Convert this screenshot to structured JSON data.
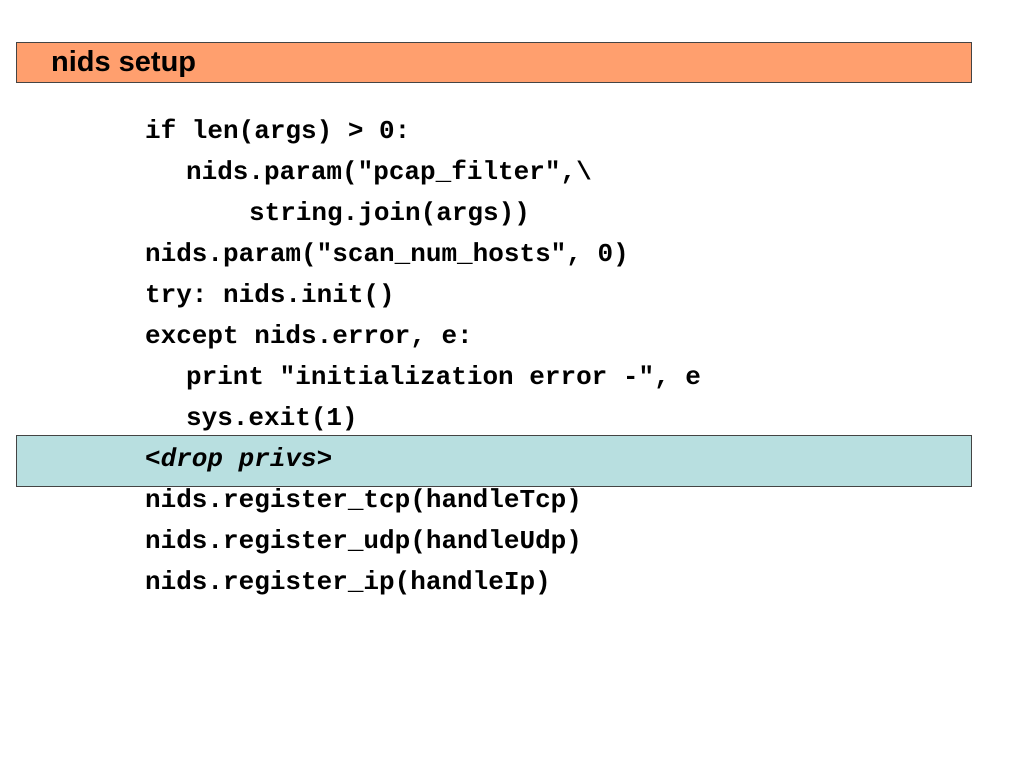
{
  "slide": {
    "title": "nids setup",
    "title_color": "#ff9f6e",
    "highlight_color": "#b8dfe0",
    "code_lines": [
      {
        "text": "if len(args) > 0:",
        "indent": 0
      },
      {
        "text": "nids.param(\"pcap_filter\",\\",
        "indent": 1
      },
      {
        "text": "string.join(args))",
        "indent": 2
      },
      {
        "text": "nids.param(\"scan_num_hosts\", 0)",
        "indent": 0
      },
      {
        "text": "try: nids.init()",
        "indent": 0
      },
      {
        "text": "except nids.error, e:",
        "indent": 0
      },
      {
        "text": "print \"initialization error -\", e",
        "indent": 1
      },
      {
        "text": "sys.exit(1)",
        "indent": 1
      },
      {
        "text": "<drop privs>",
        "indent": 0,
        "italic": true,
        "highlighted": true
      },
      {
        "text": "nids.register_tcp(handleTcp)",
        "indent": 0
      },
      {
        "text": "nids.register_udp(handleUdp)",
        "indent": 0
      },
      {
        "text": "nids.register_ip(handleIp)",
        "indent": 0
      }
    ]
  }
}
